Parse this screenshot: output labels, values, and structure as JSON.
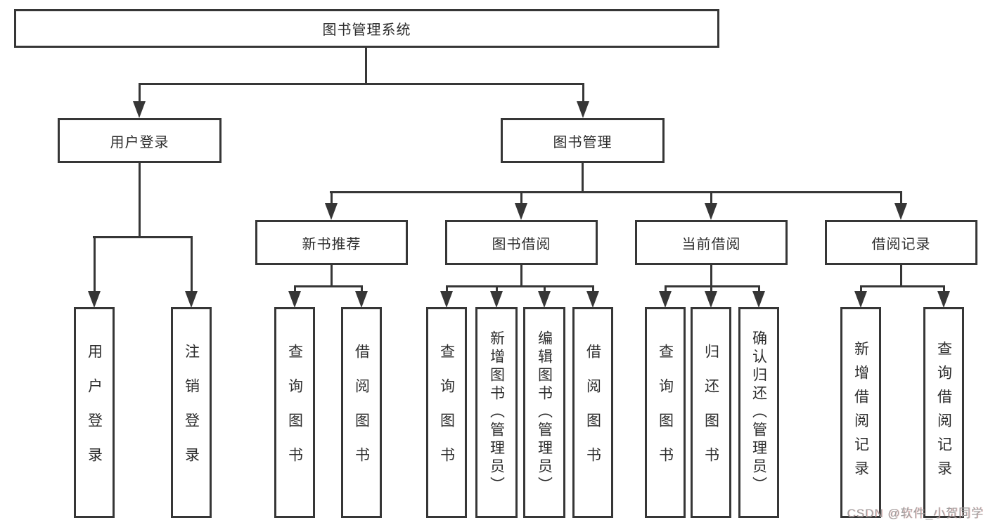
{
  "diagram": {
    "root": {
      "label": "图书管理系统"
    },
    "branches": [
      {
        "label": "用户登录",
        "children": [
          {
            "label": "用户登录"
          },
          {
            "label": "注销登录"
          }
        ]
      },
      {
        "label": "图书管理",
        "children": [
          {
            "label": "新书推荐",
            "children": [
              {
                "label": "查询图书"
              },
              {
                "label": "借阅图书"
              }
            ]
          },
          {
            "label": "图书借阅",
            "children": [
              {
                "label": "查询图书"
              },
              {
                "label": "新增图书（管理员）"
              },
              {
                "label": "编辑图书（管理员）"
              },
              {
                "label": "借阅图书"
              }
            ]
          },
          {
            "label": "当前借阅",
            "children": [
              {
                "label": "查询图书"
              },
              {
                "label": "归还图书"
              },
              {
                "label": "确认归还（管理员）"
              }
            ]
          },
          {
            "label": "借阅记录",
            "children": [
              {
                "label": "新增借阅记录"
              },
              {
                "label": "查询借阅记录"
              }
            ]
          }
        ]
      }
    ]
  },
  "watermark": {
    "text": "CSDN @软件_小贺同学"
  },
  "colors": {
    "line": "#363636",
    "border": "#363636",
    "text": "#2d2d2d",
    "watermark": "#a0a0a0"
  }
}
